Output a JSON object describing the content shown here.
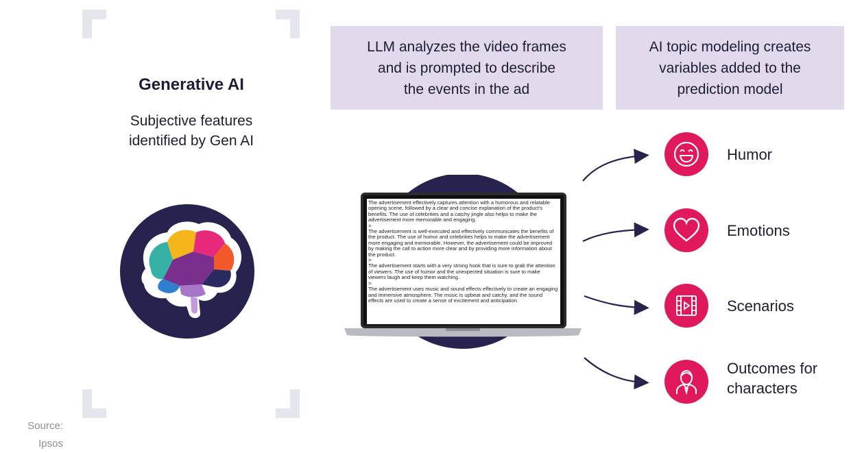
{
  "left_panel": {
    "title": "Generative AI",
    "subtitle_line1": "Subjective features",
    "subtitle_line2": "identified by Gen AI",
    "image": "brain-illustration"
  },
  "step1": {
    "line1": "LLM analyzes the video frames",
    "line2": "and is prompted to describe",
    "line3": "the events in the ad"
  },
  "step2": {
    "line1": "AI topic modeling creates",
    "line2": "variables added to the",
    "line3": "prediction model"
  },
  "laptop": {
    "paragraphs": [
      "The advertisement effectively captures attention with a humorous and relatable opening scene, followed by a clear and concise explanation of the product's benefits. The use of celebrities and a catchy jingle also helps to make the advertisement more memorable and engaging.",
      ">",
      "The advertisement is well-executed and effectively communicates the benefits of the product. The use of humor and celebrities helps to make the advertisement more engaging and memorable. However, the advertisement could be improved by making the call to action more clear and by providing more information about the product.",
      ">",
      "The advertisement starts with a very strong hook that is sure to grab the attention of viewers. The use of humor and the unexpected situation is sure to make viewers laugh and keep them watching.",
      ">",
      "The advertisement uses music and sound effects effectively to create an engaging and immersive atmosphere. The music is upbeat and catchy, and the sound effects are used to create a sense of excitement and anticipation."
    ]
  },
  "outputs": [
    {
      "icon": "smiley-face-icon",
      "label": "Humor"
    },
    {
      "icon": "heart-icon",
      "label": "Emotions"
    },
    {
      "icon": "film-strip-icon",
      "label": "Scenarios"
    },
    {
      "icon": "person-icon",
      "label_line1": "Outcomes for",
      "label_line2": "characters"
    }
  ],
  "source": {
    "line1": "Source:",
    "line2": "Ipsos"
  },
  "colors": {
    "accent": "#e0195d",
    "box_bg": "#e2d9ec",
    "navy": "#27234f",
    "bracket": "#e3e6ec"
  }
}
